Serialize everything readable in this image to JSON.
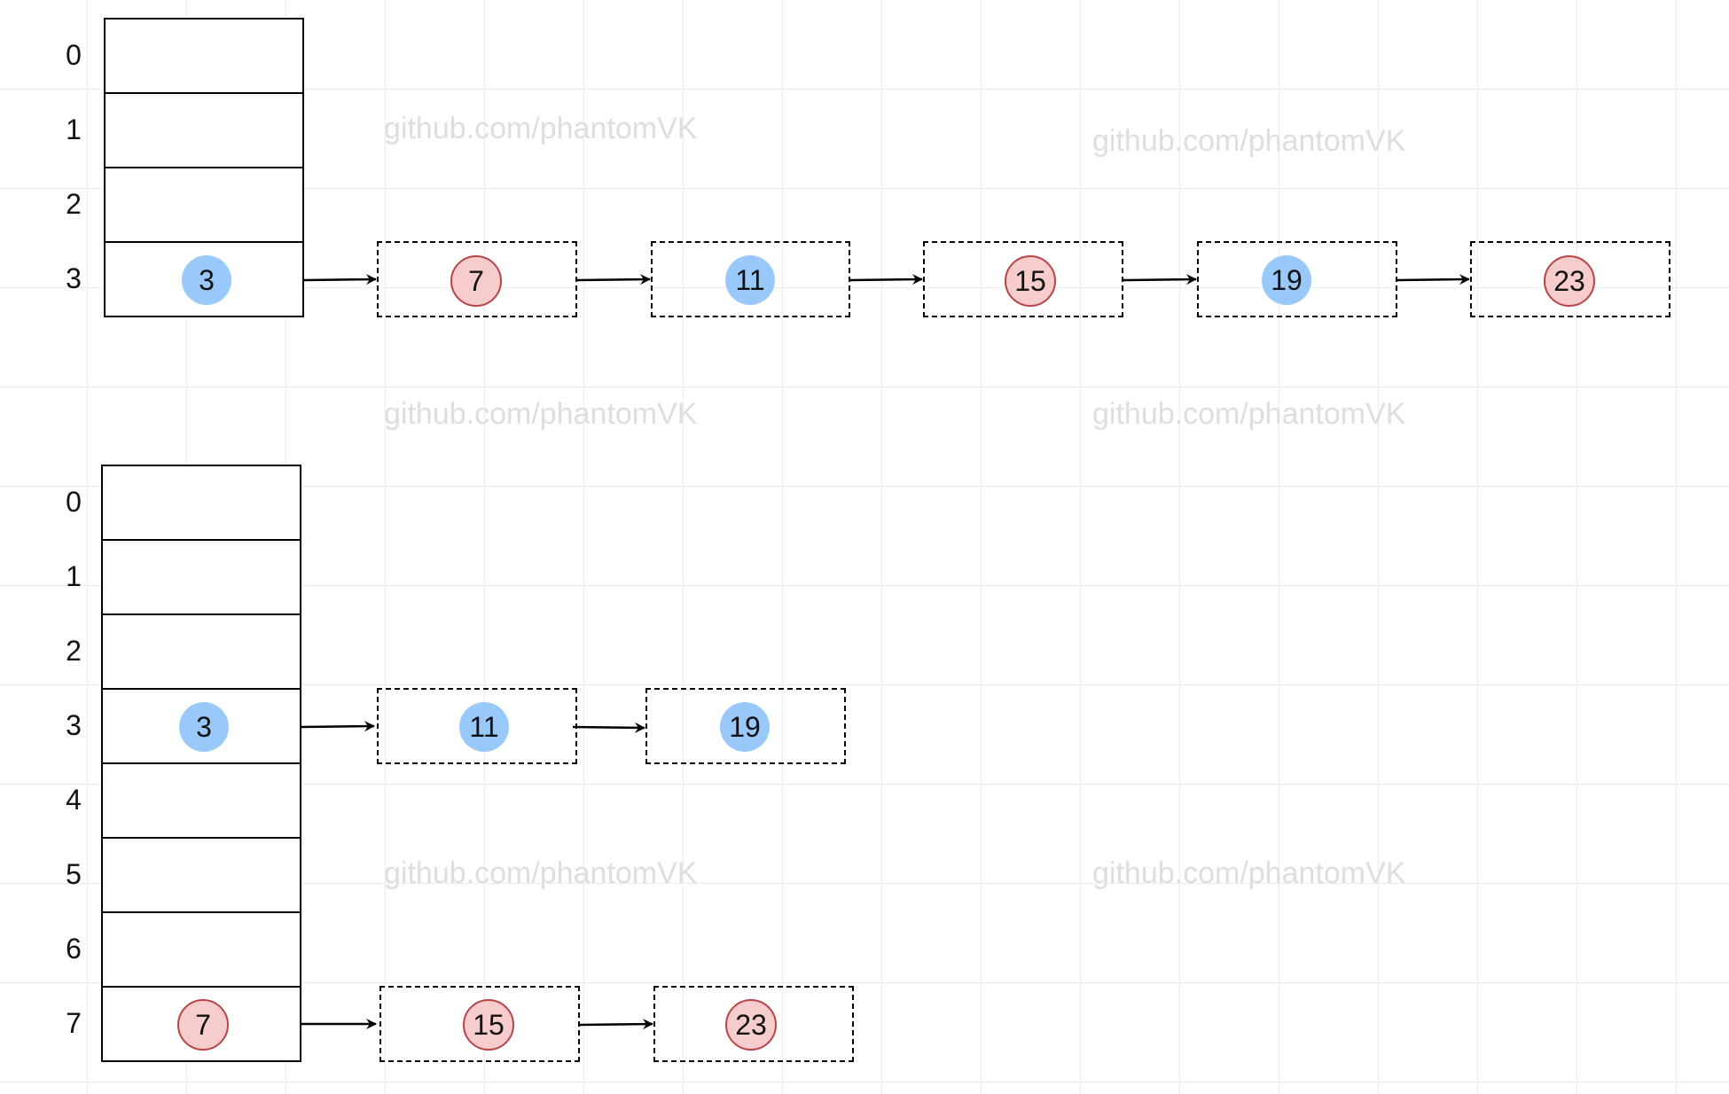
{
  "watermark": "github.com/phantomVK",
  "colors": {
    "even_key": "#99c9fb",
    "odd_key": "#f7cccc",
    "odd_key_border": "#b84545"
  },
  "top_table": {
    "indices": [
      "0",
      "1",
      "2",
      "3"
    ],
    "bucket_key": "3",
    "chain": [
      "7",
      "11",
      "15",
      "19",
      "23"
    ]
  },
  "bottom_table": {
    "indices": [
      "0",
      "1",
      "2",
      "3",
      "4",
      "5",
      "6",
      "7"
    ],
    "low_bucket_key": "3",
    "low_chain": [
      "11",
      "19"
    ],
    "high_bucket_key": "7",
    "high_chain": [
      "15",
      "23"
    ]
  }
}
